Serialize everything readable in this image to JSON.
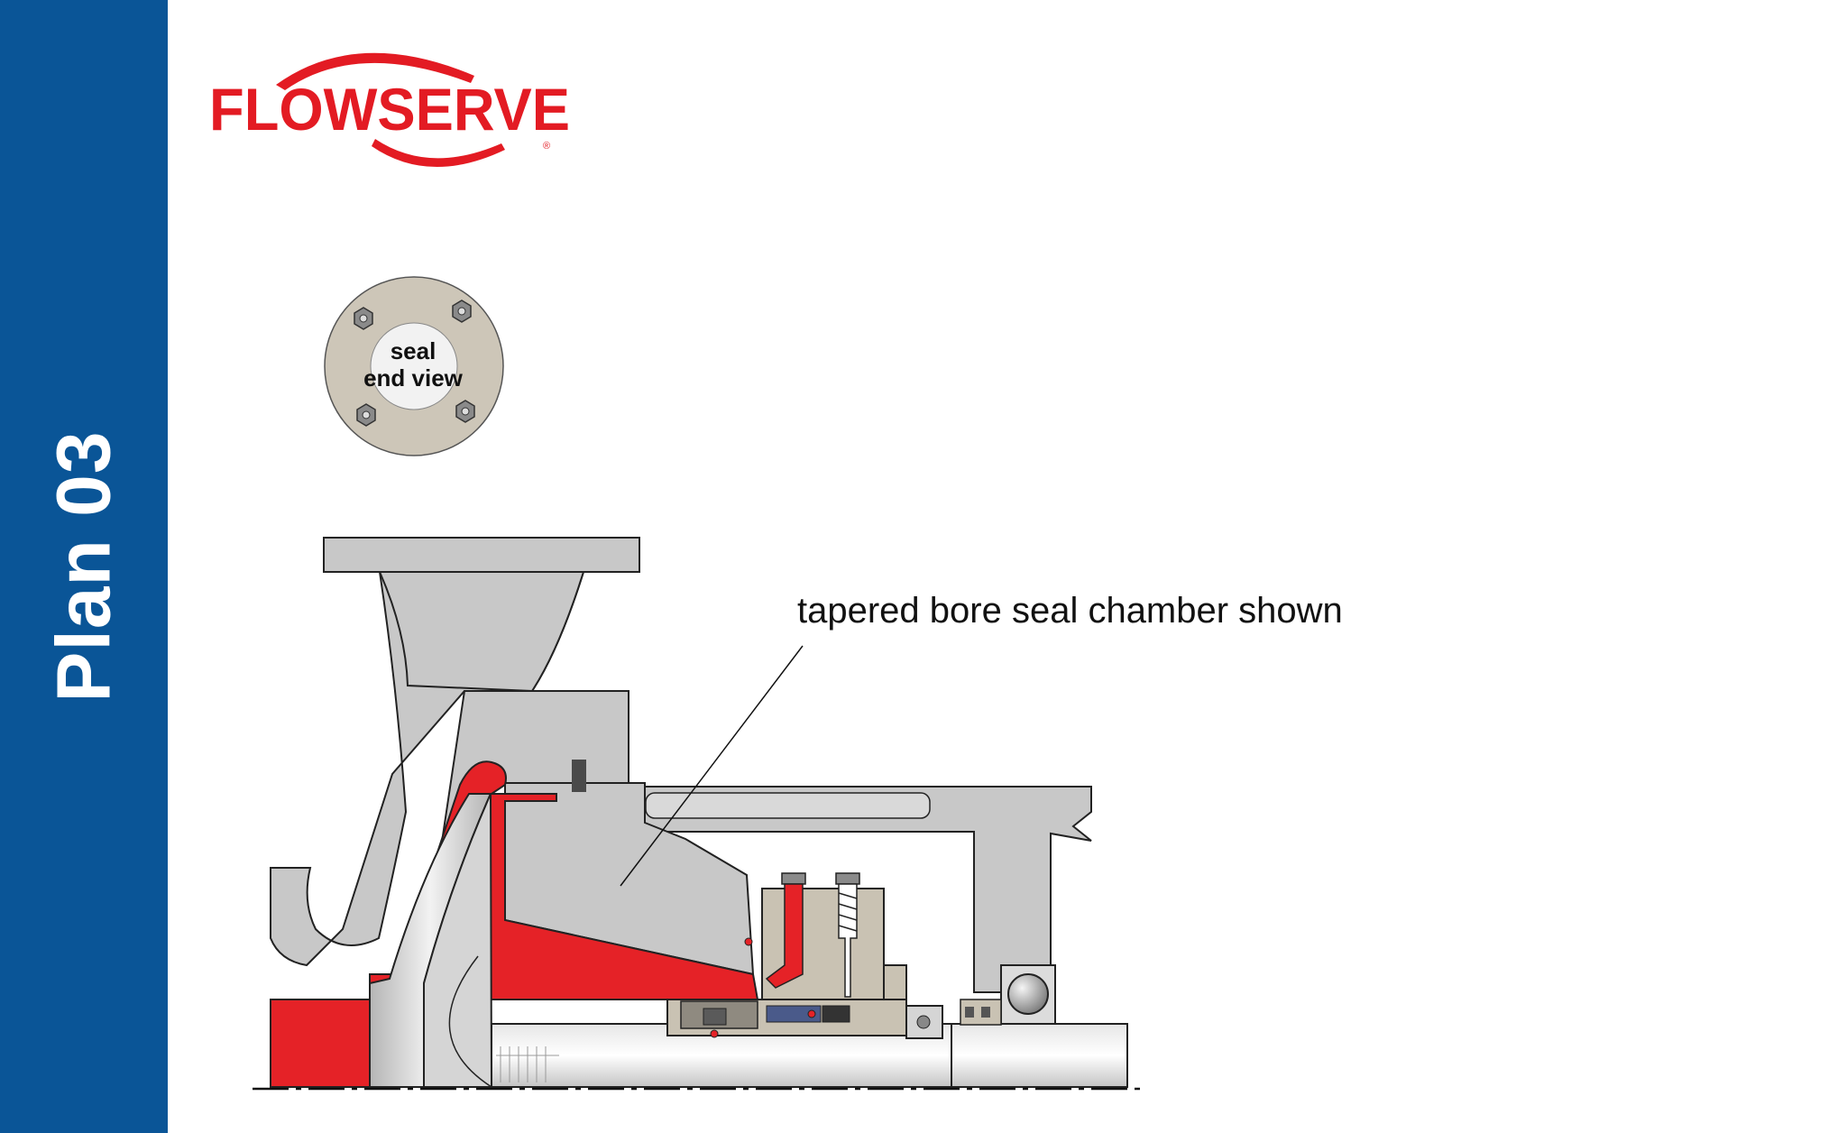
{
  "sidebar": {
    "title": "Plan 03"
  },
  "brand": {
    "name": "FLOWSERVE",
    "trademark": "®",
    "color": "#e31b23"
  },
  "end_view": {
    "label_line1": "seal",
    "label_line2": "end view"
  },
  "callout": {
    "text": "tapered bore seal chamber shown"
  },
  "colors": {
    "sidebar": "#0a5597",
    "casing_gray": "#c8c8c8",
    "process_red": "#e52227",
    "seal_tan": "#c9c2b3"
  }
}
